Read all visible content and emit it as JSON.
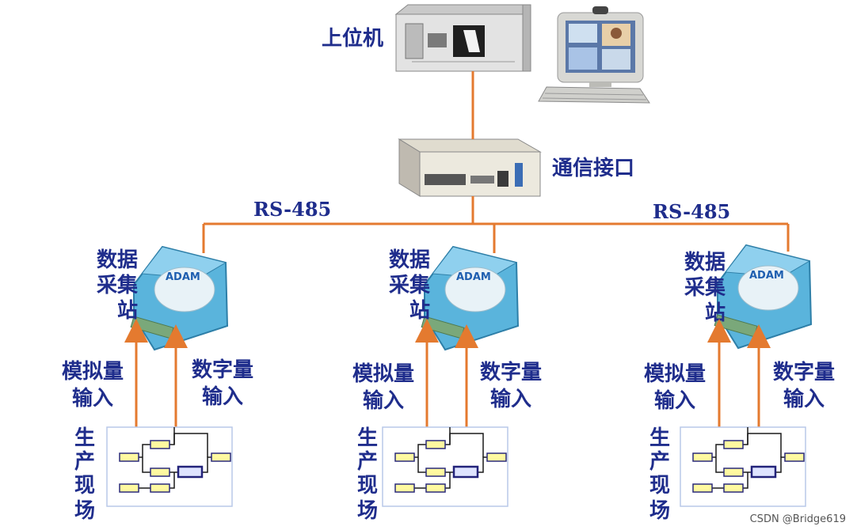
{
  "host": {
    "label": "上位机"
  },
  "interface": {
    "label": "通信接口"
  },
  "bus": {
    "left_label": "RS-485",
    "right_label": "RS-485"
  },
  "stations": [
    {
      "station_lines": [
        "数据",
        "采集",
        "站"
      ],
      "analog_lines": [
        "模拟量",
        "输入"
      ],
      "digital_lines": [
        "数字量",
        "输入"
      ],
      "site_chars": [
        "生",
        "产",
        "现",
        "场"
      ]
    },
    {
      "station_lines": [
        "数据",
        "采集",
        "站"
      ],
      "analog_lines": [
        "模拟量",
        "输入"
      ],
      "digital_lines": [
        "数字量",
        "输入"
      ],
      "site_chars": [
        "生",
        "产",
        "现",
        "场"
      ]
    },
    {
      "station_lines": [
        "数据",
        "采集",
        "站"
      ],
      "analog_lines": [
        "模拟量",
        "输入"
      ],
      "digital_lines": [
        "数字量",
        "输入"
      ],
      "site_chars": [
        "生",
        "产",
        "现",
        "场"
      ]
    }
  ],
  "module_brand": "ADAM",
  "watermark": "CSDN @Bridge619",
  "colors": {
    "wire": "#e47a2f",
    "label": "#1f2d8c",
    "module_body": "#5ab4dc"
  }
}
